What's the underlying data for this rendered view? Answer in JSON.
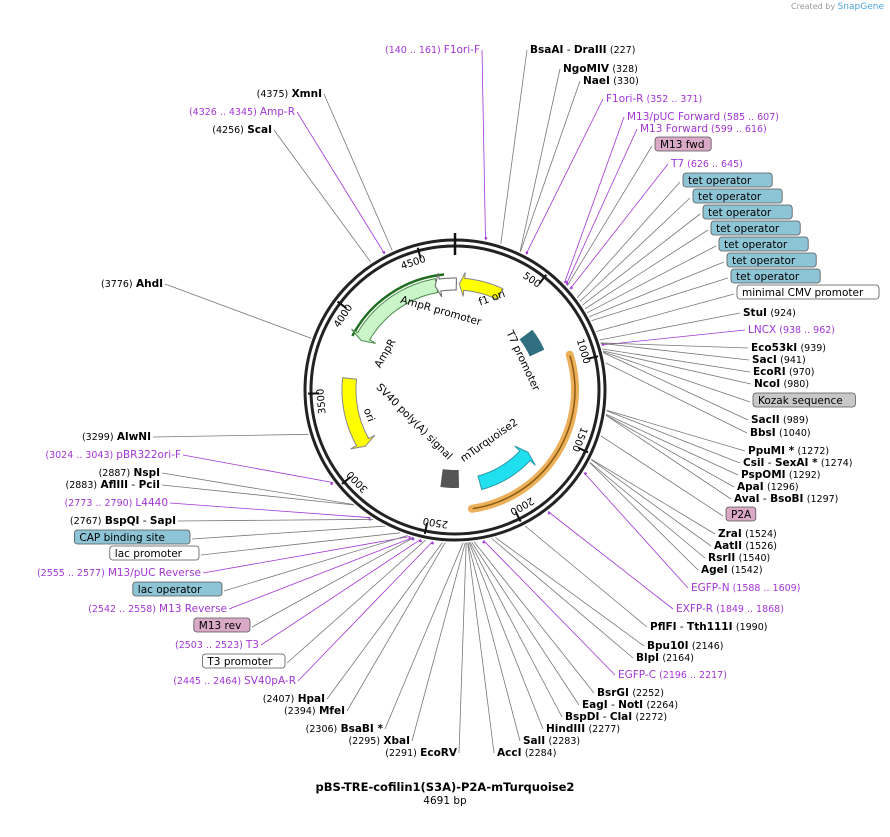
{
  "credit": {
    "prefix": "Created by",
    "brand": "SnapGene"
  },
  "plasmid": {
    "name": "pBS-TRE-cofilin1(S3A)-P2A-mTurquoise2",
    "length_label": "4691 bp",
    "length": 4691
  },
  "ticks": [
    "500",
    "1000",
    "1500",
    "2000",
    "2500",
    "3000",
    "3500",
    "4000",
    "4500"
  ],
  "colors": {
    "primer": "#a336d6",
    "blue_feature": "#8ec5d6",
    "pink_feature": "#d9a9c6",
    "ori": "#ffff00",
    "ampr": "#c9f5c9",
    "mturq": "#20e0f0",
    "orange": "#e8a23c"
  },
  "arc_features": [
    "f1 ori",
    "AmpR promoter",
    "AmpR",
    "ori",
    "SV40 poly(A) signal",
    "mTurquoise2",
    "T7 promoter"
  ],
  "right_labels": [
    {
      "enzyme": "BsaAI",
      "sep": " - ",
      "enzyme2": "DraIII",
      "pos": "(227)"
    },
    {
      "enzyme": "NgoMIV",
      "pos": "(328)"
    },
    {
      "enzyme": "NaeI",
      "pos": "(330)"
    },
    {
      "primer": "F1ori-R",
      "range": "(352 .. 371)"
    },
    {
      "primer": "M13/pUC Forward",
      "range": "(585 .. 607)"
    },
    {
      "primer": "M13 Forward",
      "range": "(599 .. 616)"
    },
    {
      "box": "M13 fwd",
      "kind": "pink"
    },
    {
      "primer": "T7",
      "range": "(626 .. 645)"
    },
    {
      "box": "tet operator",
      "kind": "blue"
    },
    {
      "box": "tet operator",
      "kind": "blue"
    },
    {
      "box": "tet operator",
      "kind": "blue"
    },
    {
      "box": "tet operator",
      "kind": "blue"
    },
    {
      "box": "tet operator",
      "kind": "blue"
    },
    {
      "box": "tet operator",
      "kind": "blue"
    },
    {
      "box": "tet operator",
      "kind": "blue"
    },
    {
      "box": "minimal CMV promoter",
      "kind": "white"
    },
    {
      "enzyme": "StuI",
      "pos": "(924)"
    },
    {
      "primer": "LNCX",
      "range": "(938 .. 962)"
    },
    {
      "enzyme": "Eco53kI",
      "pos": "(939)"
    },
    {
      "enzyme": "SacI",
      "pos": "(941)"
    },
    {
      "enzyme": "EcoRI",
      "pos": "(970)"
    },
    {
      "enzyme": "NcoI",
      "pos": "(980)"
    },
    {
      "box": "Kozak sequence",
      "kind": "gray"
    },
    {
      "enzyme": "SacII",
      "pos": "(989)"
    },
    {
      "enzyme": "BbsI",
      "pos": "(1040)"
    },
    {
      "enzyme": "PpuMI *",
      "pos": "(1272)"
    },
    {
      "enzyme": "CsiI",
      "sep": " - ",
      "enzyme2": "SexAI *",
      "pos": "(1274)"
    },
    {
      "enzyme": "PspOMI",
      "pos": "(1292)"
    },
    {
      "enzyme": "ApaI",
      "pos": "(1296)"
    },
    {
      "enzyme": "AvaI",
      "sep": " - ",
      "enzyme2": "BsoBI",
      "pos": "(1297)"
    },
    {
      "box": "P2A",
      "kind": "pink"
    },
    {
      "enzyme": "ZraI",
      "pos": "(1524)"
    },
    {
      "enzyme": "AatII",
      "pos": "(1526)"
    },
    {
      "enzyme": "RsrII",
      "pos": "(1540)"
    },
    {
      "enzyme": "AgeI",
      "pos": "(1542)"
    },
    {
      "primer": "EGFP-N",
      "range": "(1588 .. 1609)"
    },
    {
      "primer": "EXFP-R",
      "range": "(1849 .. 1868)"
    },
    {
      "enzyme": "PflFI",
      "sep": " - ",
      "enzyme2": "Tth111I",
      "pos": "(1990)"
    },
    {
      "enzyme": "Bpu10I",
      "pos": "(2146)"
    },
    {
      "enzyme": "BlpI",
      "pos": "(2164)"
    },
    {
      "primer": "EGFP-C",
      "range": "(2196 .. 2217)"
    },
    {
      "enzyme": "BsrGI",
      "pos": "(2252)"
    },
    {
      "enzyme": "EagI",
      "sep": " - ",
      "enzyme2": "NotI",
      "pos": "(2264)"
    },
    {
      "enzyme": "BspDI",
      "sep": " - ",
      "enzyme2": "ClaI",
      "pos": "(2272)"
    },
    {
      "enzyme": "HindIII",
      "pos": "(2277)"
    },
    {
      "enzyme": "SalI",
      "pos": "(2283)"
    },
    {
      "enzyme": "AccI",
      "pos": "(2284)"
    }
  ],
  "left_labels": [
    {
      "primer": "F1ori-F",
      "range": "(140 .. 161)"
    },
    {
      "enzyme": "XmnI",
      "pos": "(4375)"
    },
    {
      "primer": "Amp-R",
      "range": "(4326 .. 4345)"
    },
    {
      "enzyme": "ScaI",
      "pos": "(4256)"
    },
    {
      "enzyme": "AhdI",
      "pos": "(3776)"
    },
    {
      "enzyme": "AlwNI",
      "pos": "(3299)"
    },
    {
      "primer": "pBR322ori-F",
      "range": "(3024 .. 3043)"
    },
    {
      "enzyme": "NspI",
      "pos": "(2887)"
    },
    {
      "enzyme": "AflIII",
      "sep": " - ",
      "enzyme2": "PciI",
      "pos": "(2883)"
    },
    {
      "primer": "L4440",
      "range": "(2773 .. 2790)"
    },
    {
      "enzyme": "BspQI",
      "sep": " - ",
      "enzyme2": "SapI",
      "pos": "(2767)"
    },
    {
      "box": "CAP binding site",
      "kind": "blue"
    },
    {
      "box": "lac promoter",
      "kind": "white"
    },
    {
      "primer": "M13/pUC Reverse",
      "range": "(2555 .. 2577)"
    },
    {
      "box": "lac operator",
      "kind": "blue"
    },
    {
      "primer": "M13 Reverse",
      "range": "(2542 .. 2558)"
    },
    {
      "box": "M13 rev",
      "kind": "pink"
    },
    {
      "primer": "T3",
      "range": "(2503 .. 2523)"
    },
    {
      "box": "T3 promoter",
      "kind": "white"
    },
    {
      "primer": "SV40pA-R",
      "range": "(2445 .. 2464)"
    },
    {
      "enzyme": "HpaI",
      "pos": "(2407)"
    },
    {
      "enzyme": "MfeI",
      "pos": "(2394)"
    },
    {
      "enzyme": "BsaBI *",
      "pos": "(2306)"
    },
    {
      "enzyme": "XbaI",
      "pos": "(2295)"
    },
    {
      "enzyme": "EcoRV",
      "pos": "(2291)"
    }
  ]
}
